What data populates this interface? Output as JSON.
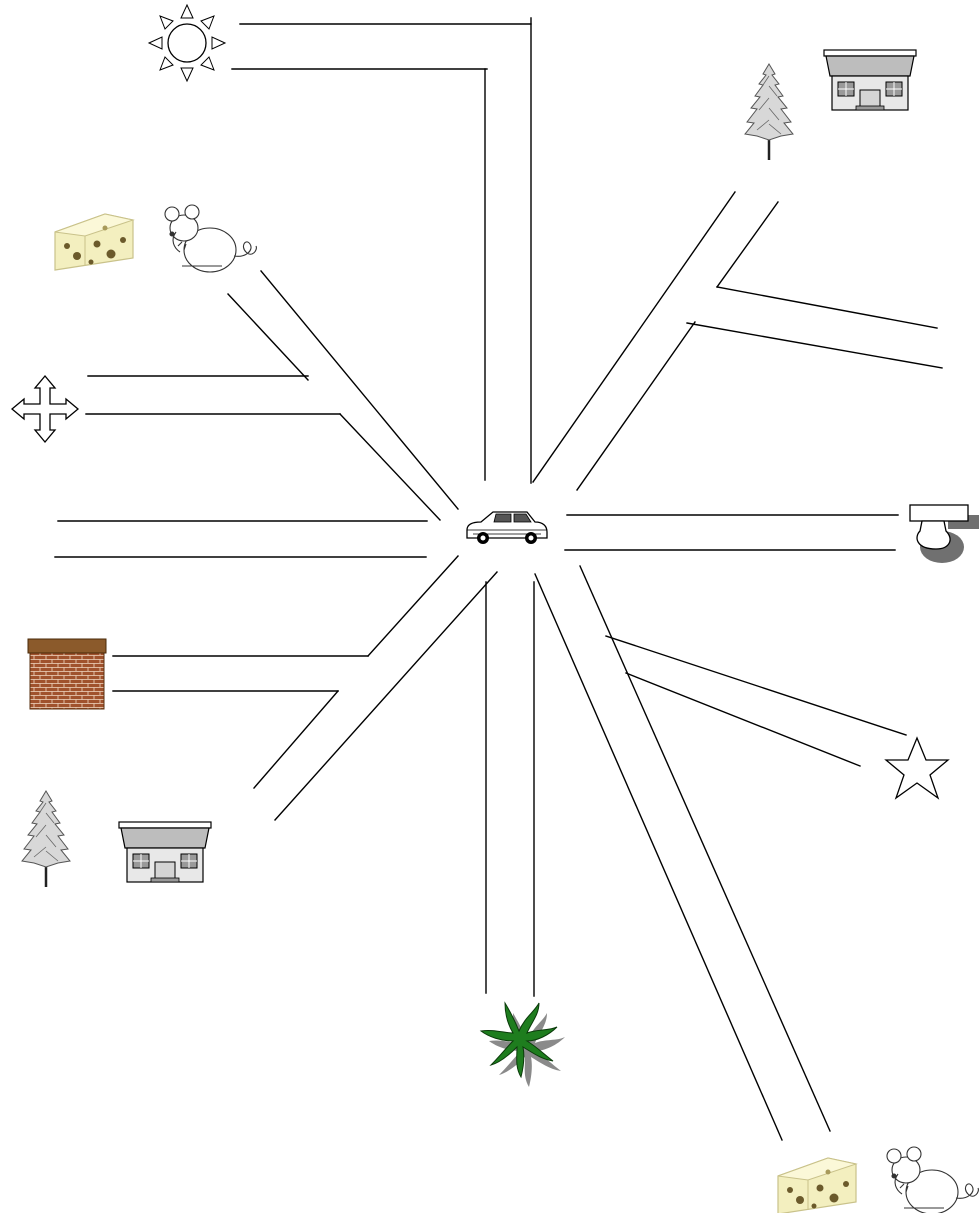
{
  "map": {
    "center": "car-icon",
    "destinations": [
      {
        "id": "sun",
        "icon": "sun-icon"
      },
      {
        "id": "tree-house-top-right",
        "icon": "tree-icon",
        "icon2": "house-icon"
      },
      {
        "id": "cheese-mouse-top-left",
        "icon": "cheese-icon",
        "icon2": "mouse-icon"
      },
      {
        "id": "four-way-arrow",
        "icon": "four-way-arrow-icon"
      },
      {
        "id": "chimney",
        "icon": "chimney-icon"
      },
      {
        "id": "tree-house-left",
        "icon": "tree-icon",
        "icon2": "house-icon"
      },
      {
        "id": "star",
        "icon": "star-icon"
      },
      {
        "id": "lamp",
        "icon": "ceiling-lamp-icon"
      },
      {
        "id": "green-flower",
        "icon": "flower-icon"
      },
      {
        "id": "cheese-mouse-bottom-right",
        "icon": "cheese-icon",
        "icon2": "mouse-icon"
      }
    ],
    "colors": {
      "line": "#000000",
      "brick": "#a0522d",
      "brick_cap": "#8b5a2b",
      "flower": "#1e7d1e",
      "shadow": "#808080",
      "cheese": "#f3efbf"
    }
  }
}
